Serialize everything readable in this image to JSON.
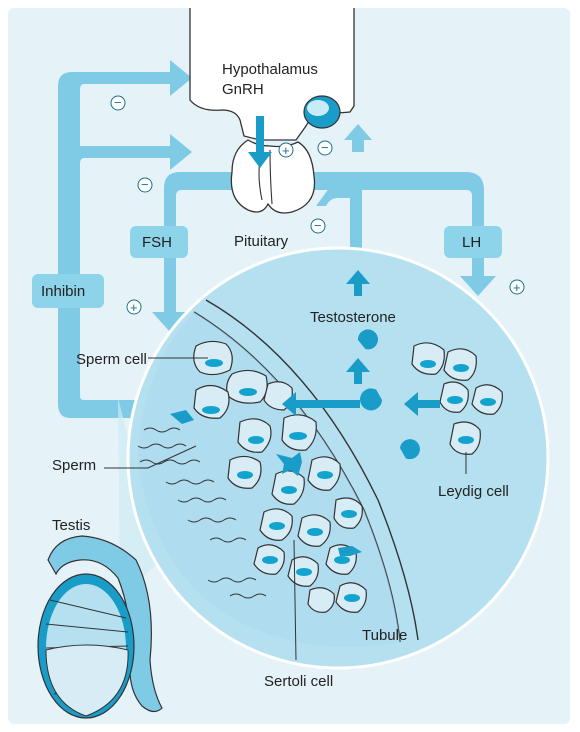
{
  "labels": {
    "hypothalamus": "Hypothalamus",
    "gnrh": "GnRH",
    "pituitary": "Pituitary",
    "fsh": "FSH",
    "lh": "LH",
    "inhibin": "Inhibin",
    "testosterone": "Testosterone",
    "sperm_cell": "Sperm cell",
    "sperm": "Sperm",
    "testis": "Testis",
    "leydig_cell": "Leydig cell",
    "tubule": "Tubule",
    "sertoli_cell": "Sertoli cell"
  },
  "signs": {
    "minus": "−",
    "plus": "+"
  },
  "colors": {
    "background": "#e5f3f9",
    "arrow_light": "#7fcbe6",
    "arrow_dark": "#1a9cc8",
    "cell_fill": "#d7ecf5",
    "nucleus": "#12a3cf",
    "circle_fill": "#b5e0f0",
    "box_fill": "#8dd3ea",
    "outline": "#333333"
  }
}
